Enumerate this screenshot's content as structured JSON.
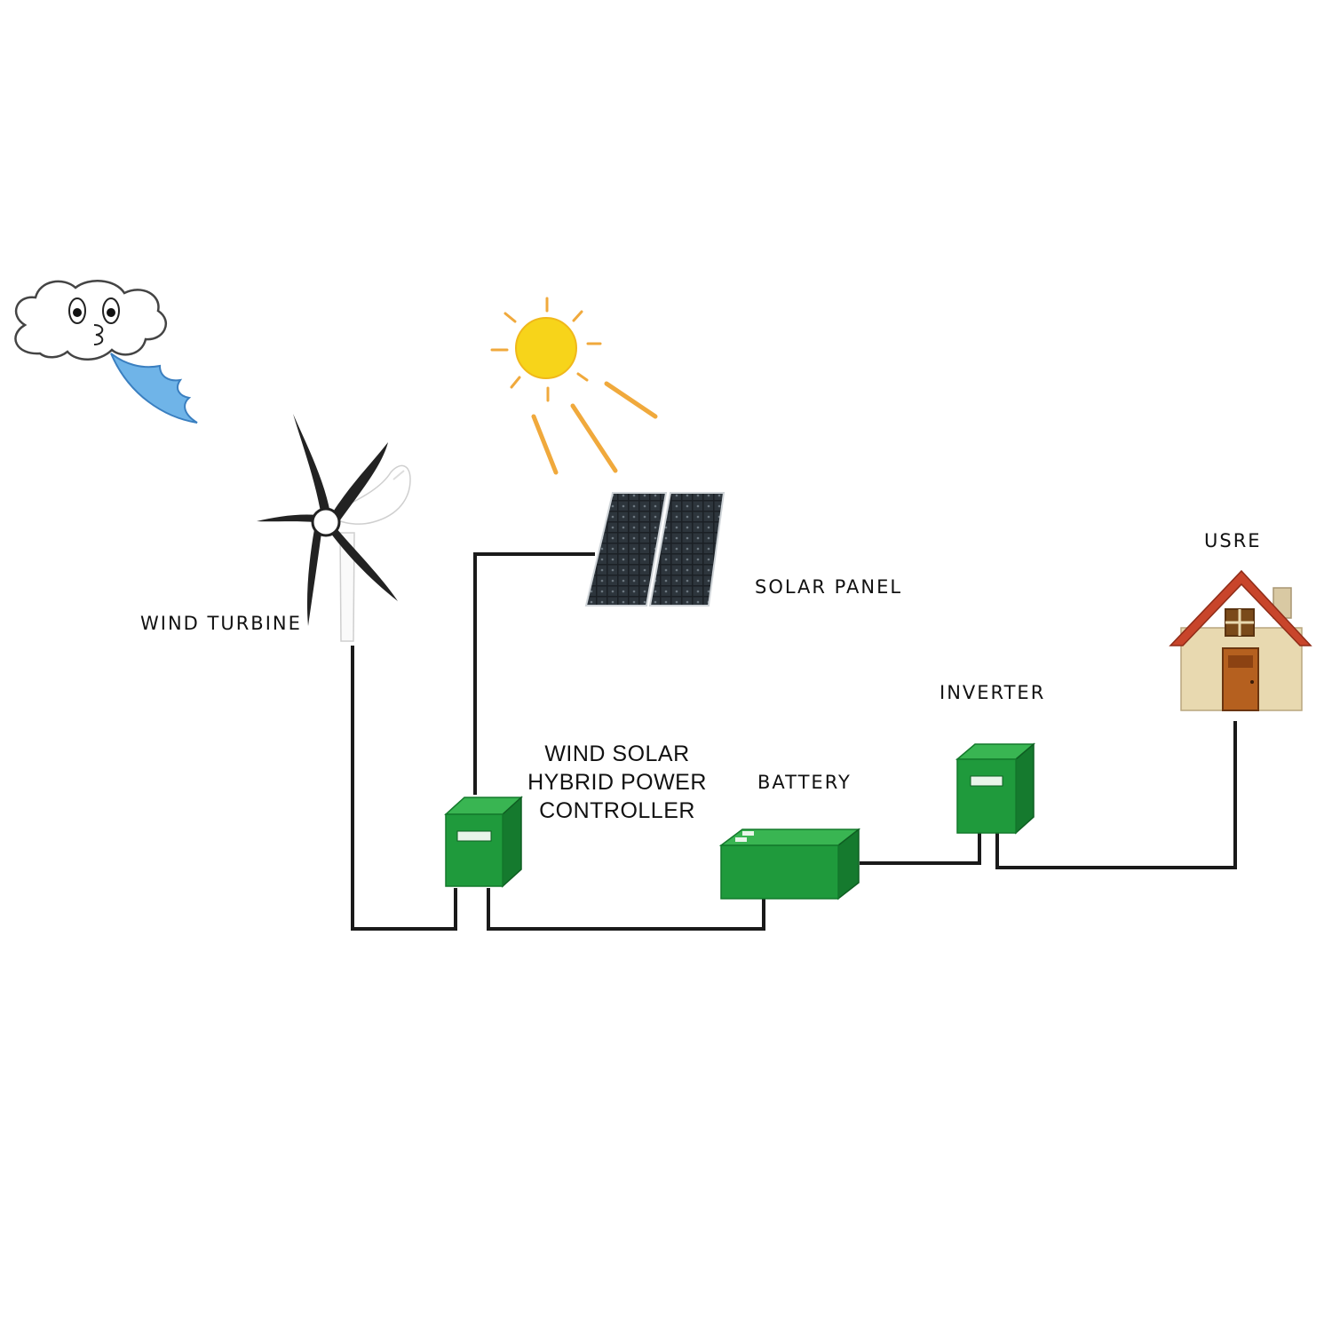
{
  "labels": {
    "wind_turbine": "WIND TURBINE",
    "solar_panel": "SOLAR PANEL",
    "user": "USRE",
    "inverter": "INVERTER",
    "battery": "BATTERY",
    "controller_lines": [
      "WIND SOLAR",
      "HYBRID POWER",
      "CONTROLLER"
    ]
  },
  "colors": {
    "equipment_green": "#1f9a3c",
    "wire": "#1a1a1a",
    "sun": "#f7d41a",
    "sun_rays": "#f0a93c",
    "wind_swoosh": "#6fb4e8",
    "roof": "#c8452b",
    "house_wall": "#e8d9b0",
    "door": "#b5601f"
  },
  "icons": [
    "cloud-face-icon",
    "sun-icon",
    "wind-turbine-icon",
    "solar-panel-icon",
    "house-icon",
    "controller-box-icon",
    "battery-icon",
    "inverter-box-icon"
  ]
}
